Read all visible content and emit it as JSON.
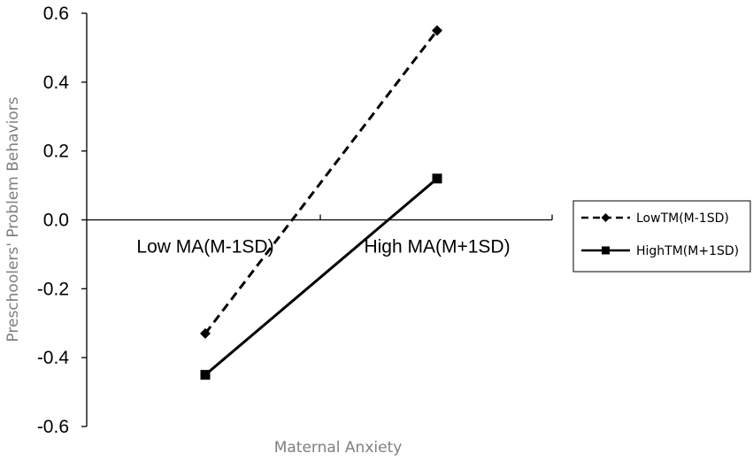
{
  "chart_data": {
    "type": "line",
    "categories": [
      "Low MA(M-1SD)",
      "High MA(M+1SD)"
    ],
    "series": [
      {
        "name": "LowTM(M-1SD)",
        "values": [
          -0.33,
          0.55
        ],
        "style": "dashed",
        "marker": "diamond",
        "color": "#000000"
      },
      {
        "name": "HighTM(M+1SD)",
        "values": [
          -0.45,
          0.12
        ],
        "style": "solid",
        "marker": "square",
        "color": "#000000"
      }
    ],
    "title": "",
    "xlabel": "Maternal Anxiety",
    "ylabel": "Preschoolers' Problem Behaviors",
    "ylim": [
      -0.6,
      0.6
    ],
    "yticks": [
      "-0.6",
      "-0.4",
      "-0.2",
      "0.0",
      "0.2",
      "0.4",
      "0.6"
    ],
    "grid": false,
    "legend_position": "right"
  }
}
